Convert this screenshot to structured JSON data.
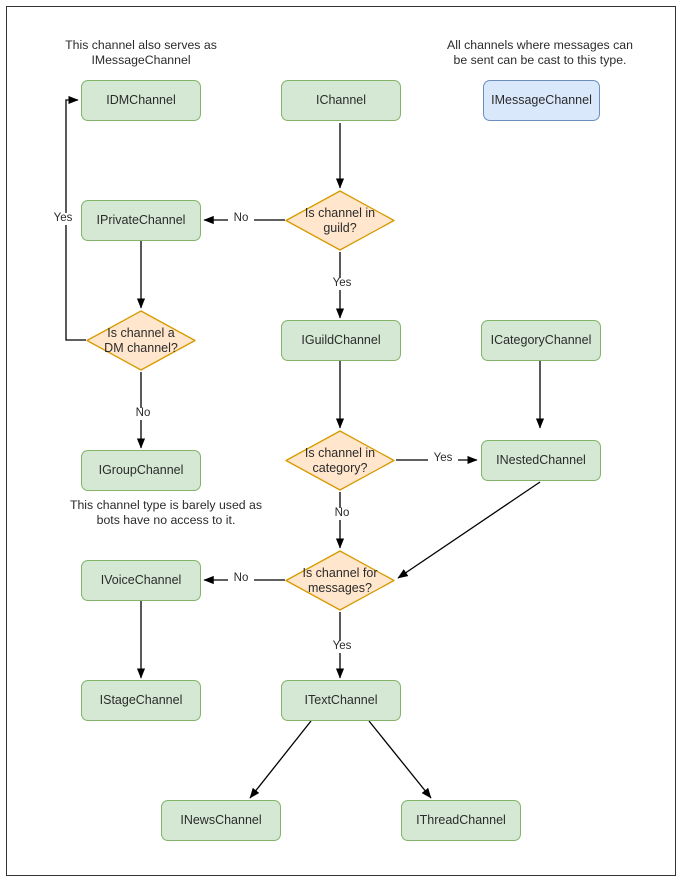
{
  "diagram": {
    "title": "Discord channel interface hierarchy flowchart",
    "colors": {
      "node_fill_green": "#d5e8d4",
      "node_stroke_green": "#82b366",
      "node_fill_blue": "#dae8fc",
      "node_stroke_blue": "#6c8ebf",
      "decision_fill": "#ffe6cc",
      "decision_stroke": "#d79b00",
      "edge_stroke": "#000000",
      "frame_stroke": "#333333",
      "text": "#2b2b2b"
    },
    "notes": [
      {
        "id": "note-dm",
        "text": "This channel also serves as\nIMessageChannel"
      },
      {
        "id": "note-message",
        "text": "All channels where messages can\nbe sent can be cast to this type."
      },
      {
        "id": "note-group",
        "text": "This channel type is barely used as\nbots have no access to it."
      }
    ],
    "nodes": [
      {
        "id": "idmchannel",
        "label": "IDMChannel",
        "type": "process",
        "color": "green"
      },
      {
        "id": "ichannel",
        "label": "IChannel",
        "type": "process",
        "color": "green"
      },
      {
        "id": "imessagechannel",
        "label": "IMessageChannel",
        "type": "process",
        "color": "blue"
      },
      {
        "id": "iprivatechannel",
        "label": "IPrivateChannel",
        "type": "process",
        "color": "green"
      },
      {
        "id": "iguildchannel",
        "label": "IGuildChannel",
        "type": "process",
        "color": "green"
      },
      {
        "id": "icategorychannel",
        "label": "ICategoryChannel",
        "type": "process",
        "color": "green"
      },
      {
        "id": "igroupchannel",
        "label": "IGroupChannel",
        "type": "process",
        "color": "green"
      },
      {
        "id": "inestedchannel",
        "label": "INestedChannel",
        "type": "process",
        "color": "green"
      },
      {
        "id": "ivoicechannel",
        "label": "IVoiceChannel",
        "type": "process",
        "color": "green"
      },
      {
        "id": "istagechannel",
        "label": "IStageChannel",
        "type": "process",
        "color": "green"
      },
      {
        "id": "itextchannel",
        "label": "ITextChannel",
        "type": "process",
        "color": "green"
      },
      {
        "id": "inewschannel",
        "label": "INewsChannel",
        "type": "process",
        "color": "green"
      },
      {
        "id": "ithreadchannel",
        "label": "IThreadChannel",
        "type": "process",
        "color": "green"
      }
    ],
    "decisions": [
      {
        "id": "is-in-guild",
        "label": "Is channel in\nguild?"
      },
      {
        "id": "is-dm",
        "label": "Is channel a\nDM channel?"
      },
      {
        "id": "is-in-category",
        "label": "Is channel in\ncategory?"
      },
      {
        "id": "is-for-messages",
        "label": "Is channel for\nmessages?"
      }
    ],
    "edge_labels": [
      {
        "id": "guild-no",
        "text": "No"
      },
      {
        "id": "guild-yes",
        "text": "Yes"
      },
      {
        "id": "dm-yes",
        "text": "Yes"
      },
      {
        "id": "dm-no",
        "text": "No"
      },
      {
        "id": "category-yes",
        "text": "Yes"
      },
      {
        "id": "category-no",
        "text": "No"
      },
      {
        "id": "messages-no",
        "text": "No"
      },
      {
        "id": "messages-yes",
        "text": "Yes"
      }
    ]
  }
}
